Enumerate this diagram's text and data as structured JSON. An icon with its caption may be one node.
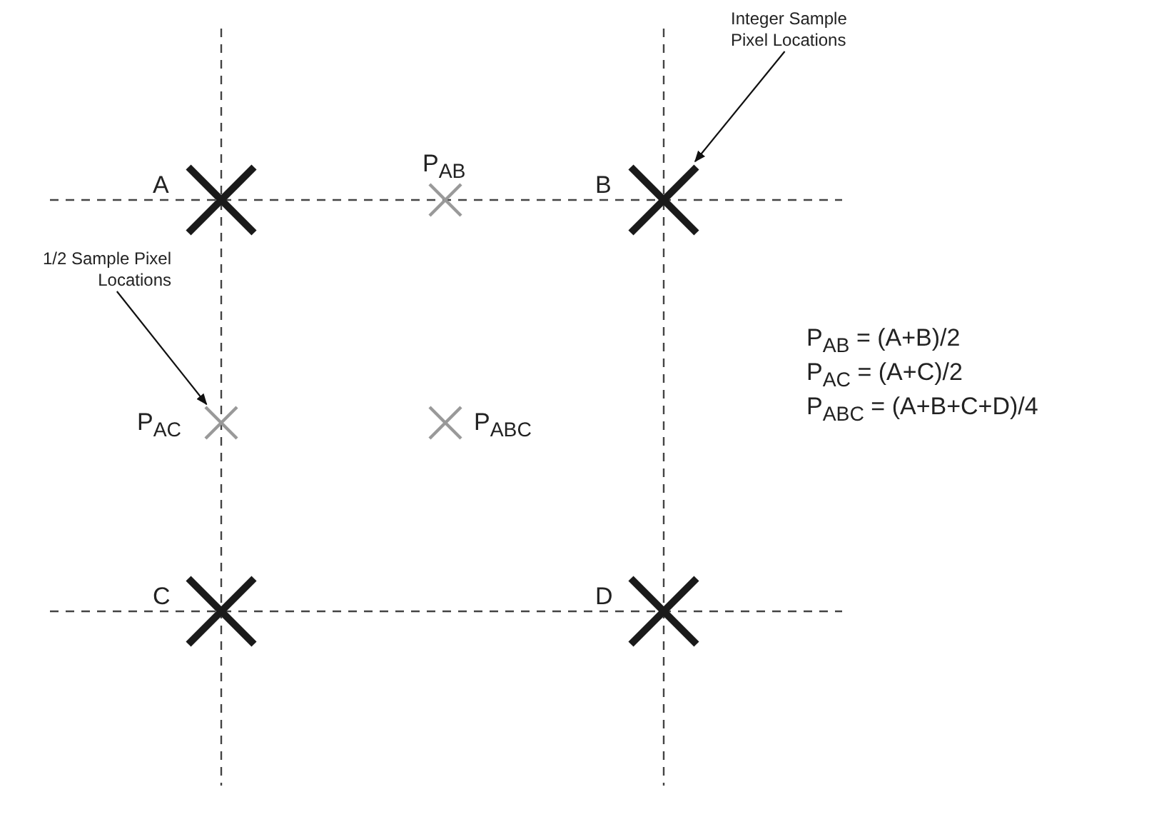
{
  "diagram": {
    "nodes": [
      {
        "text": [
          "Integer Sample Pixel Locations"
        ]
      },
      {
        "text": [],
        "shape": "cross",
        "beside": [
          "A"
        ]
      },
      {
        "text": [],
        "shape": "cross",
        "beside": [
          "P$_{AB}$"
        ]
      },
      {
        "text": [],
        "shape": "cross",
        "beside": [
          "B"
        ]
      },
      {
        "text": [
          "1/2 Sample Pixel Locations"
        ]
      },
      {
        "text": [],
        "shape": "cross",
        "beside": [
          "P$_{AC}$"
        ]
      },
      {
        "text": [],
        "shape": "cross",
        "beside": [
          "P$_{ABC}$"
        ]
      },
      {
        "text": [],
        "shape": "cross",
        "beside": [
          "C"
        ]
      },
      {
        "text": [],
        "shape": "cross",
        "beside": [
          "D"
        ]
      }
    ],
    "edges": [
      {
        "from": 0,
        "to": 3,
        "arrow": "to"
      },
      {
        "from": 4,
        "to": 5,
        "arrow": "to"
      }
    ],
    "labels": [
      "P$_{AB}$ = (A+B)/2",
      "P$_{AC}$ = (A+C)/2",
      "P$_{ABC}$ = (A+B+C+D)/4"
    ]
  }
}
